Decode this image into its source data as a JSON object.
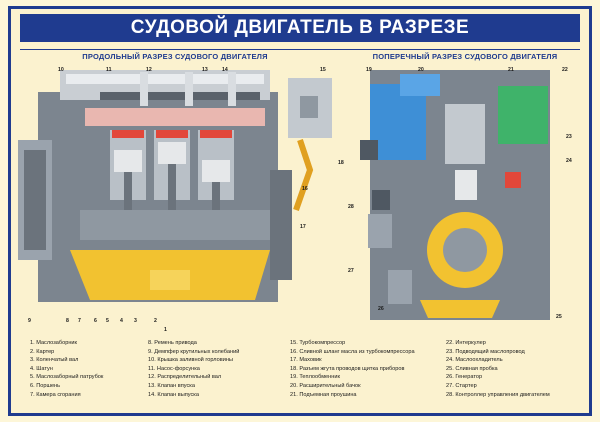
{
  "title": "СУДОВОЙ ДВИГАТЕЛЬ В РАЗРЕЗЕ",
  "subtitle_left": "ПРОДОЛЬНЫЙ РАЗРЕЗ СУДОВОГО ДВИГАТЕЛЯ",
  "subtitle_right": "ПОПЕРЕЧНЫЙ РАЗРЕЗ СУДОВОГО ДВИГАТЕЛЯ",
  "legend": [
    [
      "1. Маслозаборник",
      "2. Картер",
      "3. Коленчатый вал",
      "4. Шатун",
      "5. Маслозаборный патрубок",
      "6. Поршень",
      "7. Камера сгорания"
    ],
    [
      "8. Ремень привода",
      "9. Демпфер крутильных колебаний",
      "10. Крышка заливной горловины",
      "11. Насос-форсунка",
      "12. Распределительный вал",
      "13. Клапан впуска",
      "14. Клапан выпуска"
    ],
    [
      "15. Турбокомпрессор",
      "16. Сливной шланг масла из турбокомпрессора",
      "17. Маховик",
      "18. Разъем жгута проводов щитка приборов",
      "19. Теплообменник",
      "20. Расширительный бачок",
      "21. Подъемная проушина"
    ],
    [
      "22. Интеркулер",
      "23. Подводящий маслопровод",
      "24. Маслоохладитель",
      "25. Сливная пробка",
      "26. Генератор",
      "27. Стартер",
      "28. Контроллер управления двигателем"
    ]
  ],
  "callouts_left": [
    "10",
    "11",
    "12",
    "13",
    "14",
    "15",
    "16",
    "17",
    "1",
    "2",
    "3",
    "4",
    "5",
    "6",
    "7",
    "8",
    "9"
  ],
  "callouts_right": [
    "19",
    "20",
    "21",
    "22",
    "23",
    "24",
    "18",
    "28",
    "27",
    "26",
    "25"
  ],
  "colors": {
    "frame": "#1f3b8f",
    "background": "#fbf2cf",
    "steel": "#9aa3ad",
    "dark_steel": "#4f5862",
    "oil": "#f2c230",
    "coolant": "#3e8fd6",
    "hot": "#e2473a",
    "intercooler": "#3fb36a"
  }
}
